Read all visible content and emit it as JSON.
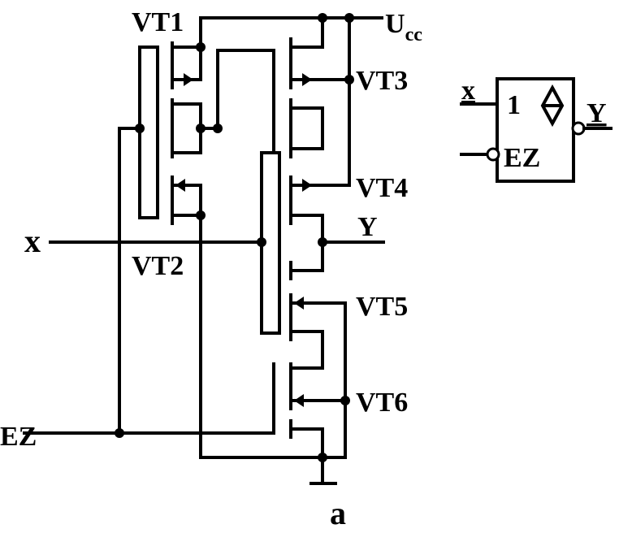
{
  "labels": {
    "vt1": "VT1",
    "vt2": "VT2",
    "vt3": "VT3",
    "vt4": "VT4",
    "vt5": "VT5",
    "vt6": "VT6",
    "ucc_main": "U",
    "ucc_sub": "cc",
    "input_x": "x",
    "input_ez": "EZ",
    "output_y": "Y",
    "caption": "a"
  },
  "symbol": {
    "input_x": "x",
    "function": "1",
    "input_ez": "EZ",
    "output_y": "Y"
  }
}
